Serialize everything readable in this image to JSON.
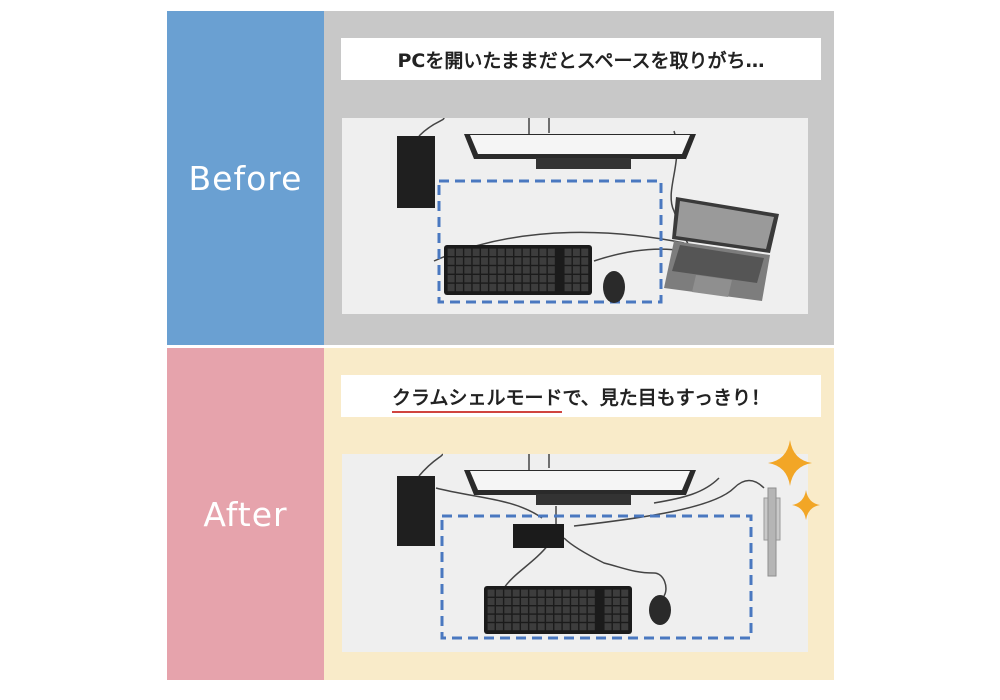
{
  "before": {
    "label": "Before",
    "caption": "PCを開いたままだとスペースを取りがち…",
    "colors": {
      "side": "#6aa0d2",
      "bg": "#c8c8c8"
    }
  },
  "after": {
    "label": "After",
    "caption_emphasis": "クラムシェルモード",
    "caption_rest": "で、見た目もすっきり！",
    "colors": {
      "side": "#e6a3ac",
      "bg": "#f9ebc9"
    }
  },
  "colors": {
    "dashed_frame": "#4a78c0",
    "sparkle": "#f2a626",
    "desk": "#efefef"
  }
}
